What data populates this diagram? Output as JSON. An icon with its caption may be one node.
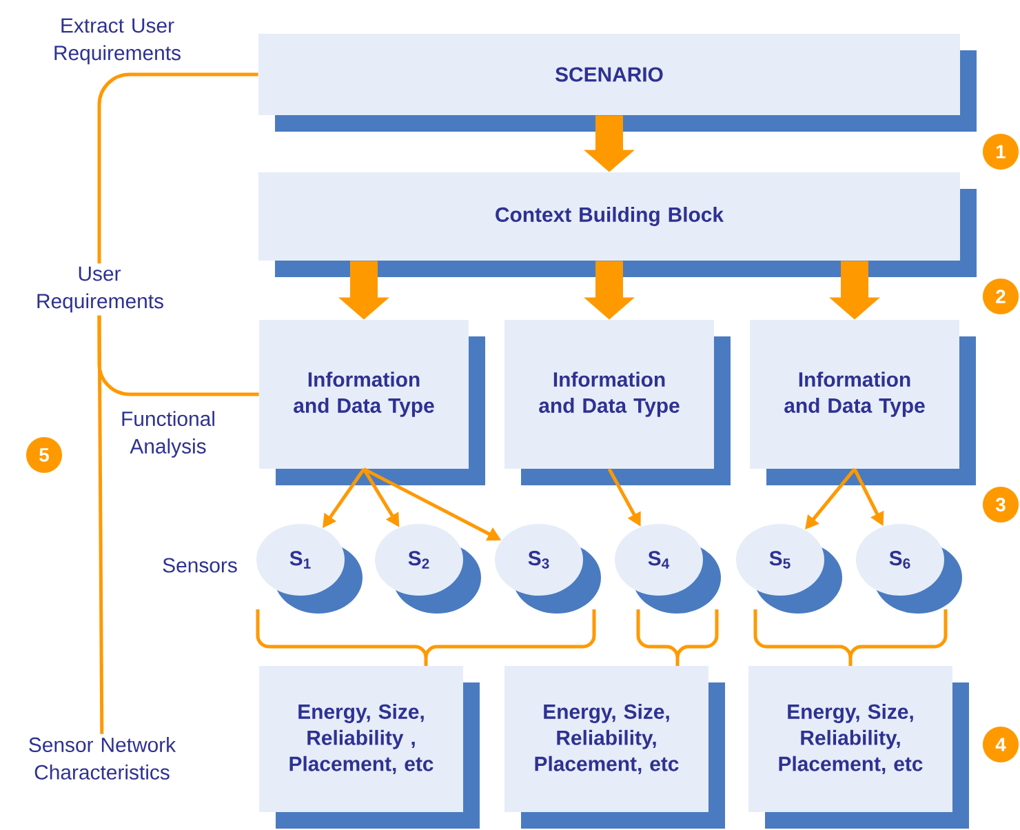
{
  "diagram": {
    "nodes": [
      {
        "text": [
          "SCENARIO"
        ]
      },
      {
        "text": [
          "Context Building Block"
        ]
      },
      {
        "text": [
          "Information and Data Type"
        ]
      },
      {
        "text": [
          "Information and Data Type"
        ]
      },
      {
        "text": [
          "Information and Data Type"
        ]
      },
      {
        "text": [
          "S$_{1}$"
        ]
      },
      {
        "text": [
          "S$_{2}$"
        ]
      },
      {
        "text": [
          "S$_{3}$"
        ]
      },
      {
        "text": [
          "S$_{4}$"
        ]
      },
      {
        "text": [
          "S$_{5}$"
        ]
      },
      {
        "text": [
          "S$_{6}$"
        ]
      },
      {
        "text": [
          "Energy, Size, Reliability , Placement, etc"
        ]
      },
      {
        "text": [
          "Energy, Size, Reliability, Placement, etc"
        ]
      },
      {
        "text": [
          "Energy, Size, Reliability, Placement, etc"
        ]
      },
      {
        "text": [
          "User Requirements"
        ]
      },
      {
        "text": [
          "Sensor Network Characteristics"
        ]
      },
      {
        "text": [
          "1"
        ]
      },
      {
        "text": [
          "2"
        ]
      },
      {
        "text": [
          "3"
        ]
      },
      {
        "text": [
          "4"
        ]
      },
      {
        "text": [
          "5"
        ]
      }
    ],
    "edges": [
      {
        "from": 0,
        "to": 1,
        "arrow": "to",
        "style": "thick"
      },
      {
        "from": 1,
        "to": 2,
        "arrow": "to",
        "style": "thick"
      },
      {
        "from": 1,
        "to": 3,
        "arrow": "to",
        "style": "thick"
      },
      {
        "from": 1,
        "to": 4,
        "arrow": "to",
        "style": "thick"
      },
      {
        "from": 2,
        "to": 5,
        "arrow": "to"
      },
      {
        "from": 2,
        "to": 6,
        "arrow": "to"
      },
      {
        "from": 2,
        "to": 7,
        "arrow": "to"
      },
      {
        "from": 3,
        "to": 8,
        "arrow": "to"
      },
      {
        "from": 4,
        "to": 9,
        "arrow": "to"
      },
      {
        "from": 4,
        "to": 10,
        "arrow": "to"
      },
      {
        "from": 0,
        "to": 14,
        "arrow": "none"
      },
      {
        "from": 14,
        "to": 2,
        "arrow": "none"
      },
      {
        "from": 14,
        "to": 15,
        "arrow": "none"
      }
    ],
    "labels": [
      "Extract User Requirements",
      "Functional Analysis",
      "Sensors"
    ]
  }
}
